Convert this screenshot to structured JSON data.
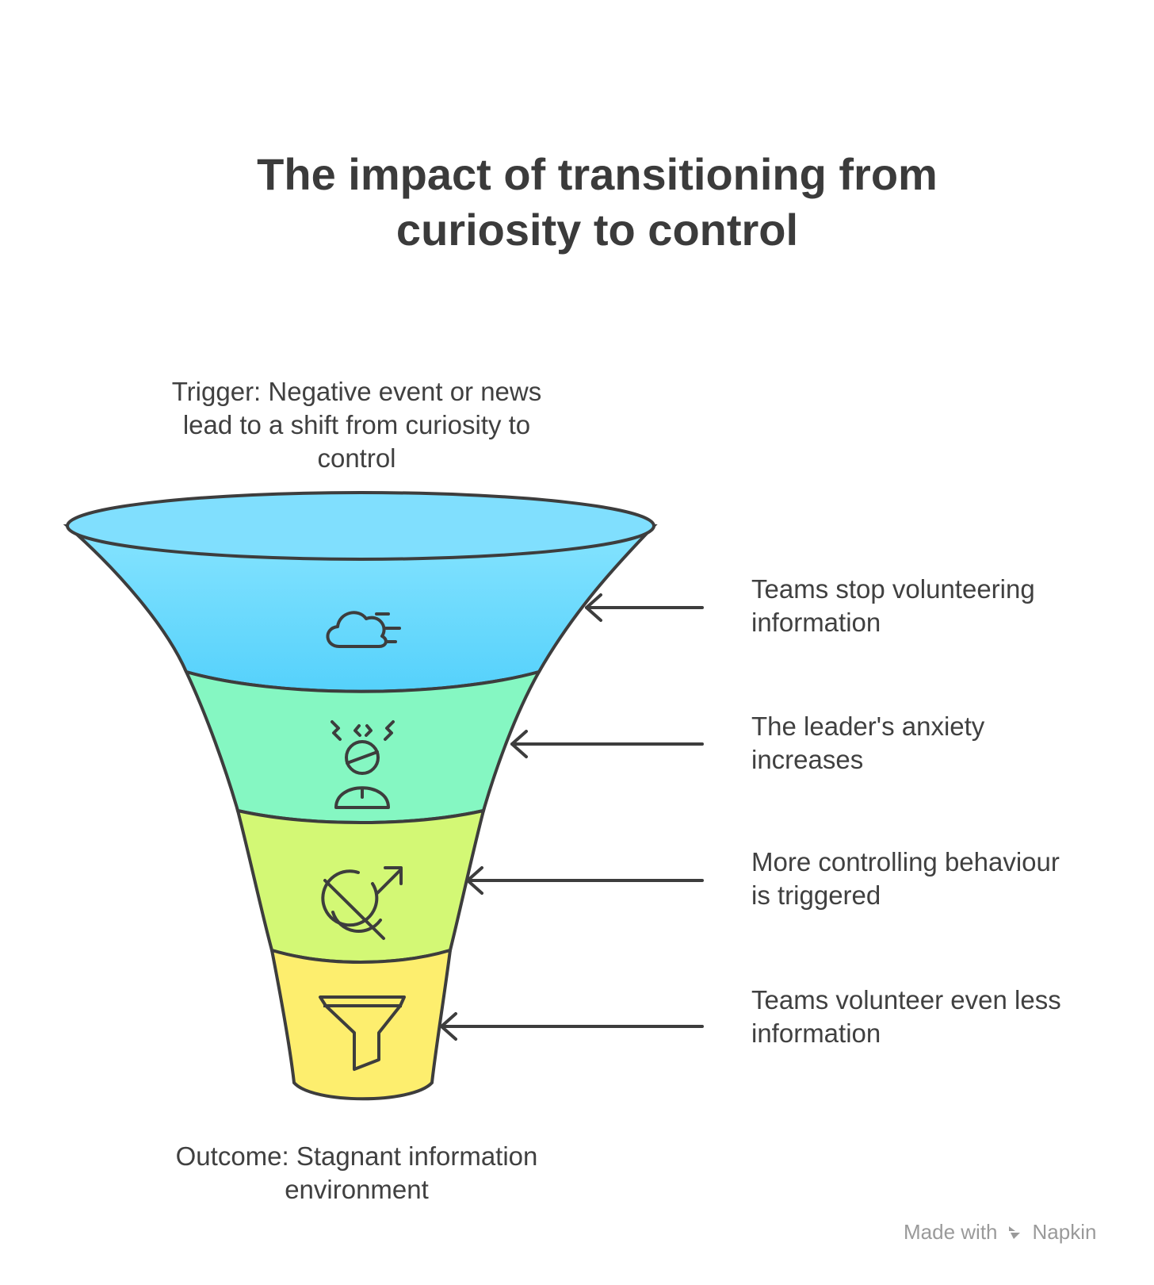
{
  "title": {
    "line1": "The impact of transitioning from",
    "line2": "curiosity to control"
  },
  "trigger": {
    "line1": "Trigger: Negative event or news",
    "line2": "lead to a shift from curiosity to",
    "line3": "control"
  },
  "steps": [
    {
      "line1": "Teams stop volunteering",
      "line2": "information",
      "icon": "cloud-wind-icon",
      "color": "#7fdcfd"
    },
    {
      "line1": "The leader's anxiety",
      "line2": "increases",
      "icon": "stressed-person-icon",
      "color": "#85f7c2"
    },
    {
      "line1": "More controlling behaviour",
      "line2": "is triggered",
      "icon": "controlling-symbol-icon",
      "color": "#d3f875"
    },
    {
      "line1": "Teams volunteer even less",
      "line2": "information",
      "icon": "funnel-icon",
      "color": "#fdee6e"
    }
  ],
  "outcome": {
    "line1": "Outcome: Stagnant information",
    "line2": "environment"
  },
  "footer": {
    "made_with": "Made with",
    "brand": "Napkin"
  }
}
